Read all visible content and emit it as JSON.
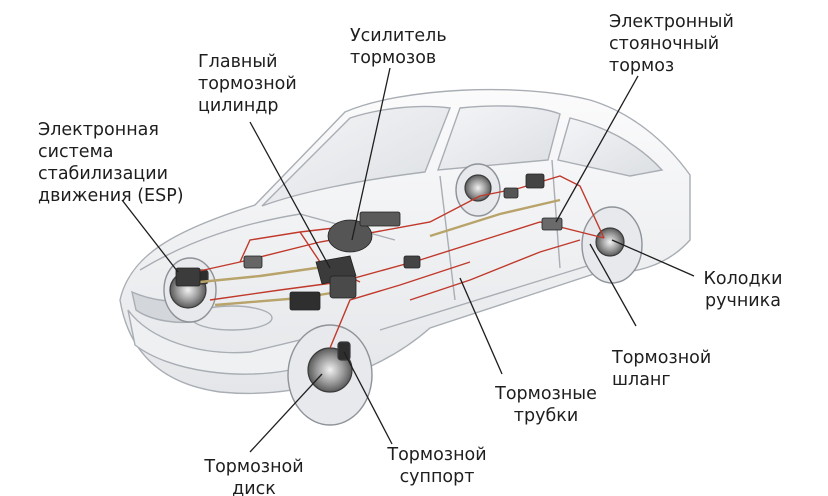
{
  "labels": {
    "esp": "Электронная\nсистема\nстабилизации\nдвижения (ESP)",
    "master_cylinder": "Главный\nтормозной\nцилиндр",
    "booster": "Усилитель\nтормозов",
    "parking_brake": "Электронный\nстояночный\nтормоз",
    "handbrake_pads": "Колодки\nручника",
    "brake_hose": "Тормозной\nшланг",
    "brake_lines": "Тормозные\nтрубки",
    "caliper": "Тормозной\nсуппорт",
    "brake_disc": "Тормозной\nдиск"
  },
  "colors": {
    "brake_line": "#c0392b",
    "brake_pipe": "#b8a46a",
    "car_outline": "#a9aeb4",
    "leader_line": "#1e1e1e",
    "component": "#3b3b3b"
  }
}
